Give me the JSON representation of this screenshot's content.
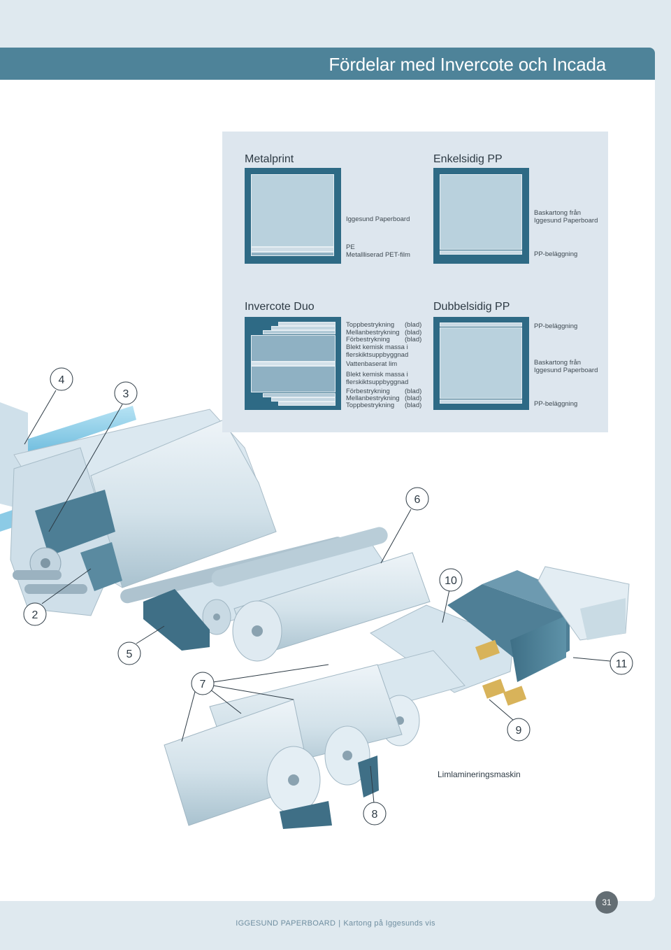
{
  "header": {
    "title": "Fördelar med Invercote och Incada"
  },
  "panel": {
    "metalprint": {
      "title": "Metalprint",
      "labels": [
        "Iggesund Paperboard",
        "PE",
        "Metallliserad PET-film"
      ]
    },
    "enkelsidig": {
      "title": "Enkelsidig PP",
      "labels": [
        "Baskartong från",
        "Iggesund Paperboard",
        "PP-beläggning"
      ]
    },
    "duo": {
      "title": "Invercote Duo",
      "labels": [
        "Toppbestrykning",
        "(blad)",
        "Mellanbestrykning",
        "(blad)",
        "Förbestrykning",
        "(blad)",
        "Blekt kemisk massa i",
        "flerskiktsuppbyggnad",
        "Vattenbaserat lim",
        "Blekt kemisk massa i",
        "flerskiktsuppbyggnad",
        "Förbestrykning",
        "(blad)",
        "Mellanbestrykning",
        "(blad)",
        "Toppbestrykning",
        "(blad)"
      ]
    },
    "dubbelsidig": {
      "title": "Dubbelsidig PP",
      "labels": [
        "PP-beläggning",
        "Baskartong från",
        "Iggesund Paperboard",
        "PP-beläggning"
      ]
    }
  },
  "callouts": [
    "2",
    "3",
    "4",
    "5",
    "6",
    "7",
    "8",
    "9",
    "10",
    "11"
  ],
  "machine_caption": "Limlamineringsmaskin",
  "page_number": "31",
  "footer": {
    "brand": "IGGESUND PAPERBOARD",
    "sep": "|",
    "text": "Kartong på Iggesunds vis"
  },
  "colors": {
    "title_bar": "#4e8399",
    "diagram_frame": "#2e6a85",
    "panel_bg": "#dde6ee",
    "board": "#b9d1dd",
    "machine_light": "#d8e6ee",
    "machine_dark": "#4f7f96"
  }
}
